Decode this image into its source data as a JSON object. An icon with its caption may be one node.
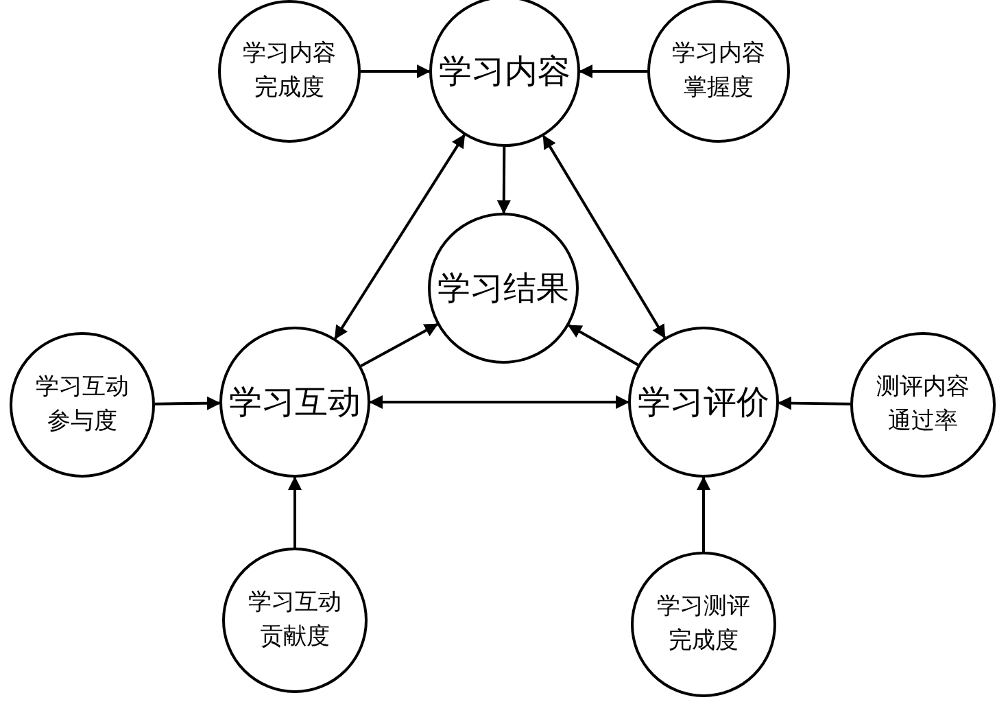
{
  "diagram": {
    "nodes": [
      {
        "text": [
          "学习内容"
        ]
      },
      {
        "text": [
          "学习内容完成度"
        ]
      },
      {
        "text": [
          "学习内容掌握度"
        ]
      },
      {
        "text": [
          "学习结果"
        ]
      },
      {
        "text": [
          "学习互动参与度"
        ]
      },
      {
        "text": [
          "学习互动"
        ]
      },
      {
        "text": [
          "学习评价"
        ]
      },
      {
        "text": [
          "测评内容通过率"
        ]
      },
      {
        "text": [
          "学习互动贡献度"
        ]
      },
      {
        "text": [
          "学习测评完成度"
        ]
      }
    ],
    "edges": [
      {
        "from": 1,
        "to": 0,
        "arrow": "to"
      },
      {
        "from": 2,
        "to": 0,
        "arrow": "to"
      },
      {
        "from": 0,
        "to": 3,
        "arrow": "to"
      },
      {
        "from": 0,
        "to": 5,
        "arrow": "both"
      },
      {
        "from": 0,
        "to": 6,
        "arrow": "both"
      },
      {
        "from": 5,
        "to": 3,
        "arrow": "to"
      },
      {
        "from": 6,
        "to": 3,
        "arrow": "to"
      },
      {
        "from": 5,
        "to": 6,
        "arrow": "both"
      },
      {
        "from": 4,
        "to": 5,
        "arrow": "to"
      },
      {
        "from": 7,
        "to": 6,
        "arrow": "to"
      },
      {
        "from": 8,
        "to": 5,
        "arrow": "to"
      },
      {
        "from": 9,
        "to": 6,
        "arrow": "to"
      }
    ]
  }
}
